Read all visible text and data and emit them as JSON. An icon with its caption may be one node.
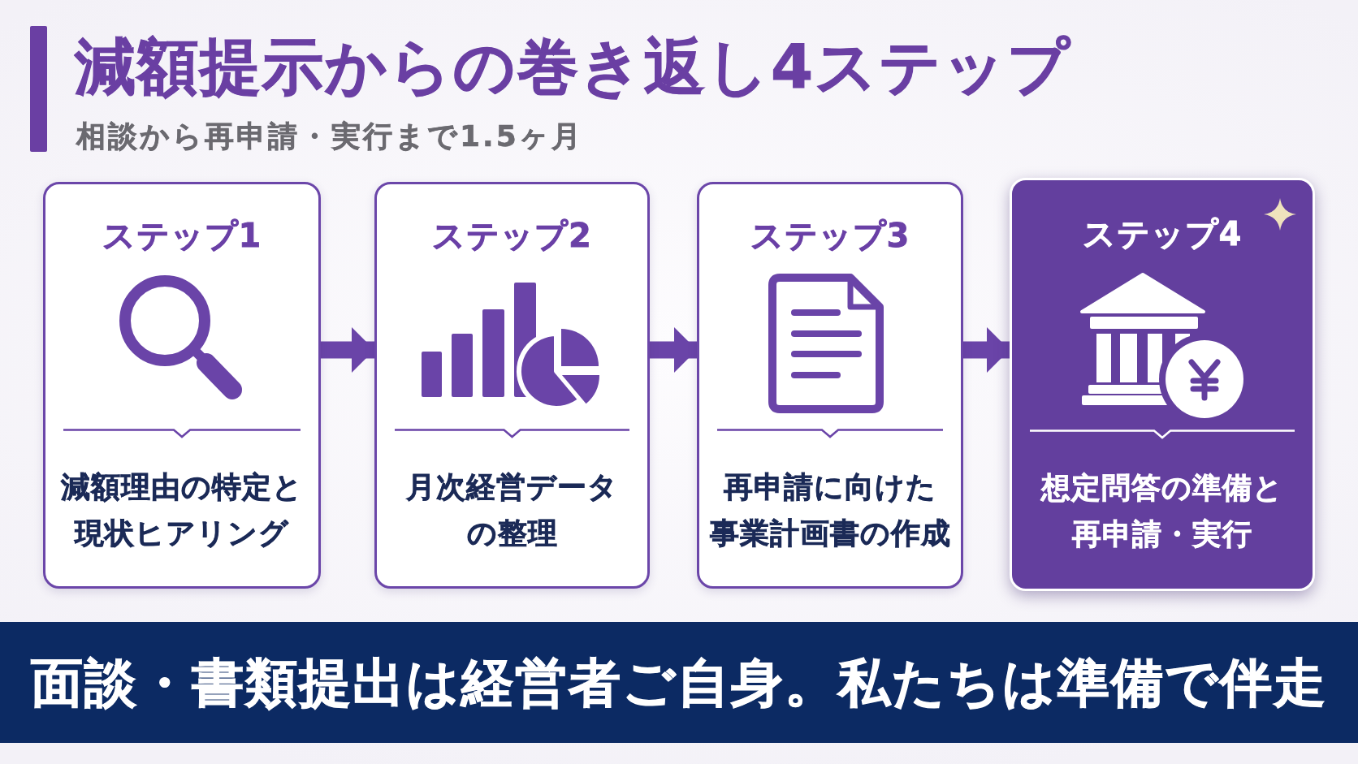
{
  "diagram": {
    "title": "減額提示からの巻き返し4ステップ",
    "nodes": [
      {
        "text": [
          "ステップ1",
          "減額理由の特定と現状ヒアリング"
        ]
      },
      {
        "text": [
          "ステップ2",
          "月次経営データの整理"
        ]
      },
      {
        "text": [
          "ステップ3",
          "再申請に向けた事業計画書の作成"
        ]
      },
      {
        "text": [
          "ステップ4",
          "想定問答の準備と再申請・実行"
        ]
      },
      {
        "text": [
          "面談・書類提出は経営者ご自身。私たちは準備で伴走"
        ]
      }
    ],
    "edges": [
      {
        "from": 0,
        "to": 1,
        "arrow": "to"
      },
      {
        "from": 1,
        "to": 2,
        "arrow": "to"
      },
      {
        "from": 2,
        "to": 3,
        "arrow": "to"
      }
    ],
    "labels": [
      "相談から再申請・実行まで1.5ヶ月"
    ]
  }
}
